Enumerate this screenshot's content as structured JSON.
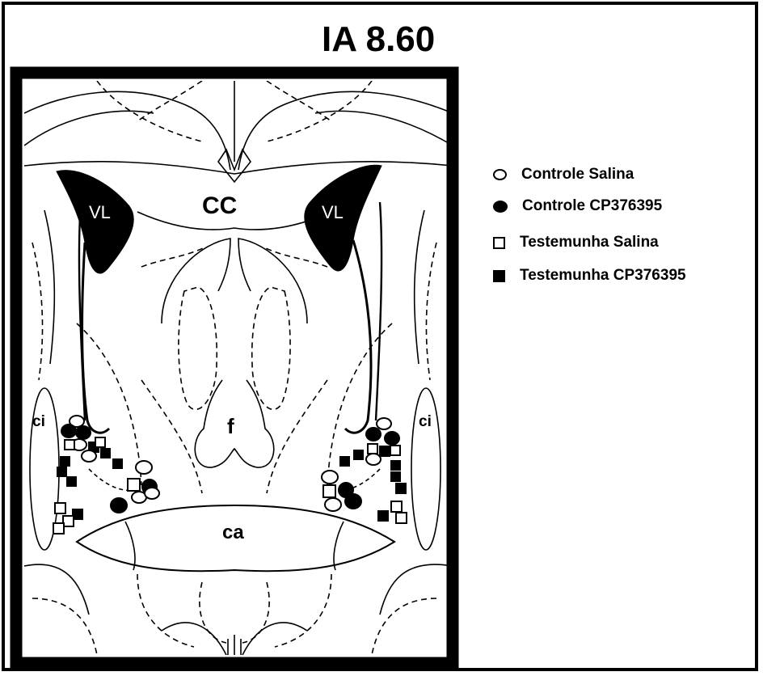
{
  "title": "IA 8.60",
  "labels": {
    "vl_left": "VL",
    "vl_right": "VL",
    "cc": "CC",
    "f": "f",
    "ci_left": "ci",
    "ci_right": "ci",
    "ca": "ca"
  },
  "legend": [
    {
      "icon": "open-circle-icon",
      "label": "Controle Salina"
    },
    {
      "icon": "filled-circle-icon",
      "label": "Controle CP376395"
    },
    {
      "icon": "open-square-icon",
      "label": "Testemunha Salina"
    },
    {
      "icon": "filled-square-icon",
      "label": "Testemunha CP376395"
    }
  ],
  "colors": {
    "ink": "#000000",
    "background": "#ffffff"
  }
}
